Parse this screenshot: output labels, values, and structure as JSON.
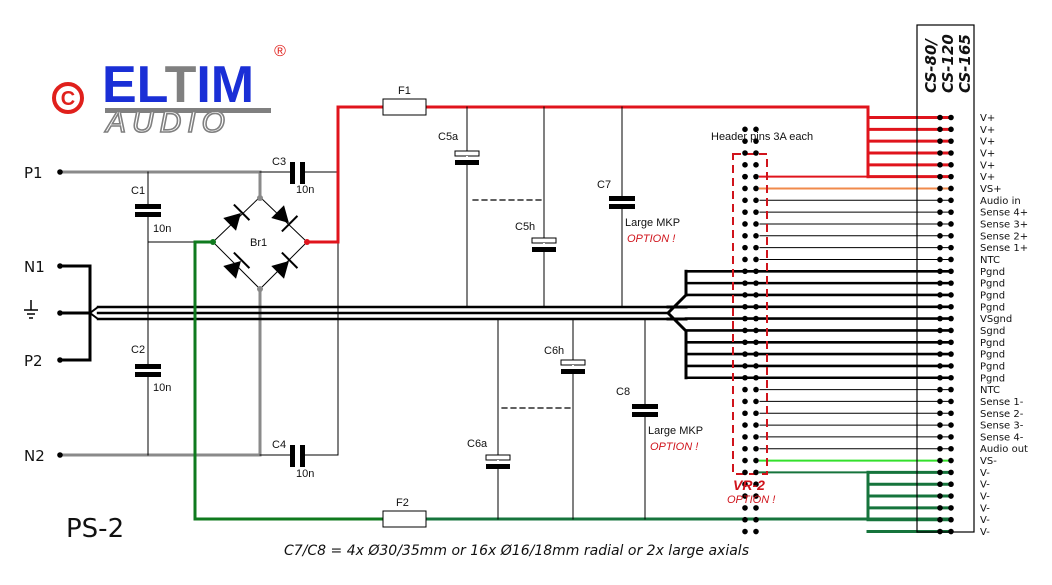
{
  "logo": {
    "copyright_symbol": "©",
    "registered_symbol": "®",
    "brand_parts": [
      {
        "text": "EL",
        "color": "#1a2fd6"
      },
      {
        "text": "T",
        "color": "#808080"
      },
      {
        "text": "IM",
        "color": "#1a2fd6"
      }
    ],
    "subtitle": "AUDIO",
    "copyright_color": "#e0201c"
  },
  "title": "PS-2",
  "footnote": "C7/C8 = 4x Ø30/35mm or 16x Ø16/18mm radial or 2x large axials",
  "colors": {
    "positive_rail": "#e0141c",
    "negative_rail": "#16743c",
    "negative_rail_left": "#0f7a1e",
    "ac_input": "#8a8a8a",
    "vs_plus": "#f08a4b",
    "vs_minus": "#34e02c",
    "ground": "#000000",
    "option_text": "#d0141c"
  },
  "inputs": [
    {
      "label": "P1"
    },
    {
      "label": "N1"
    },
    {
      "label": "ground",
      "icon": "ground-icon"
    },
    {
      "label": "P2"
    },
    {
      "label": "N2"
    }
  ],
  "components": {
    "c1": {
      "ref": "C1",
      "value": "10n"
    },
    "c2": {
      "ref": "C2",
      "value": "10n"
    },
    "c3": {
      "ref": "C3",
      "value": "10n"
    },
    "c4": {
      "ref": "C4",
      "value": "10n"
    },
    "bridge": {
      "ref": "Br1"
    },
    "f1": {
      "ref": "F1"
    },
    "f2": {
      "ref": "F2"
    },
    "c5a": {
      "ref": "C5a"
    },
    "c5h": {
      "ref": "C5h"
    },
    "c6a": {
      "ref": "C6a"
    },
    "c6h": {
      "ref": "C6h"
    },
    "c7": {
      "ref": "C7",
      "note": "Large MKP",
      "option": "OPTION !"
    },
    "c8": {
      "ref": "C8",
      "note": "Large MKP",
      "option": "OPTION !"
    }
  },
  "header": {
    "note": "Header pins 3A each",
    "name": "VR-2",
    "option": "OPTION !"
  },
  "connector": {
    "title_lines": [
      "CS-80/",
      "CS-120",
      "CS-165"
    ],
    "pins": [
      {
        "label": "V+",
        "net": "vplus"
      },
      {
        "label": "V+",
        "net": "vplus"
      },
      {
        "label": "V+",
        "net": "vplus"
      },
      {
        "label": "V+",
        "net": "vplus"
      },
      {
        "label": "V+",
        "net": "vplus"
      },
      {
        "label": "V+",
        "net": "vplus"
      },
      {
        "label": "VS+",
        "net": "vsplus"
      },
      {
        "label": "Audio in",
        "net": "signal"
      },
      {
        "label": "Sense 4+",
        "net": "signal"
      },
      {
        "label": "Sense 3+",
        "net": "signal"
      },
      {
        "label": "Sense 2+",
        "net": "signal"
      },
      {
        "label": "Sense 1+",
        "net": "signal"
      },
      {
        "label": "NTC",
        "net": "signal"
      },
      {
        "label": "Pgnd",
        "net": "gnd"
      },
      {
        "label": "Pgnd",
        "net": "gnd"
      },
      {
        "label": "Pgnd",
        "net": "gnd"
      },
      {
        "label": "Pgnd",
        "net": "gnd"
      },
      {
        "label": "VSgnd",
        "net": "gnd"
      },
      {
        "label": "Sgnd",
        "net": "gnd"
      },
      {
        "label": "Pgnd",
        "net": "gnd"
      },
      {
        "label": "Pgnd",
        "net": "gnd"
      },
      {
        "label": "Pgnd",
        "net": "gnd"
      },
      {
        "label": "Pgnd",
        "net": "gnd"
      },
      {
        "label": "NTC",
        "net": "signal"
      },
      {
        "label": "Sense 1-",
        "net": "signal"
      },
      {
        "label": "Sense 2-",
        "net": "signal"
      },
      {
        "label": "Sense 3-",
        "net": "signal"
      },
      {
        "label": "Sense 4-",
        "net": "signal"
      },
      {
        "label": "Audio out",
        "net": "signal"
      },
      {
        "label": "VS-",
        "net": "vsminus"
      },
      {
        "label": "V-",
        "net": "vminus"
      },
      {
        "label": "V-",
        "net": "vminus"
      },
      {
        "label": "V-",
        "net": "vminus"
      },
      {
        "label": "V-",
        "net": "vminus"
      },
      {
        "label": "V-",
        "net": "vminus"
      },
      {
        "label": "V-",
        "net": "vminus"
      }
    ]
  }
}
